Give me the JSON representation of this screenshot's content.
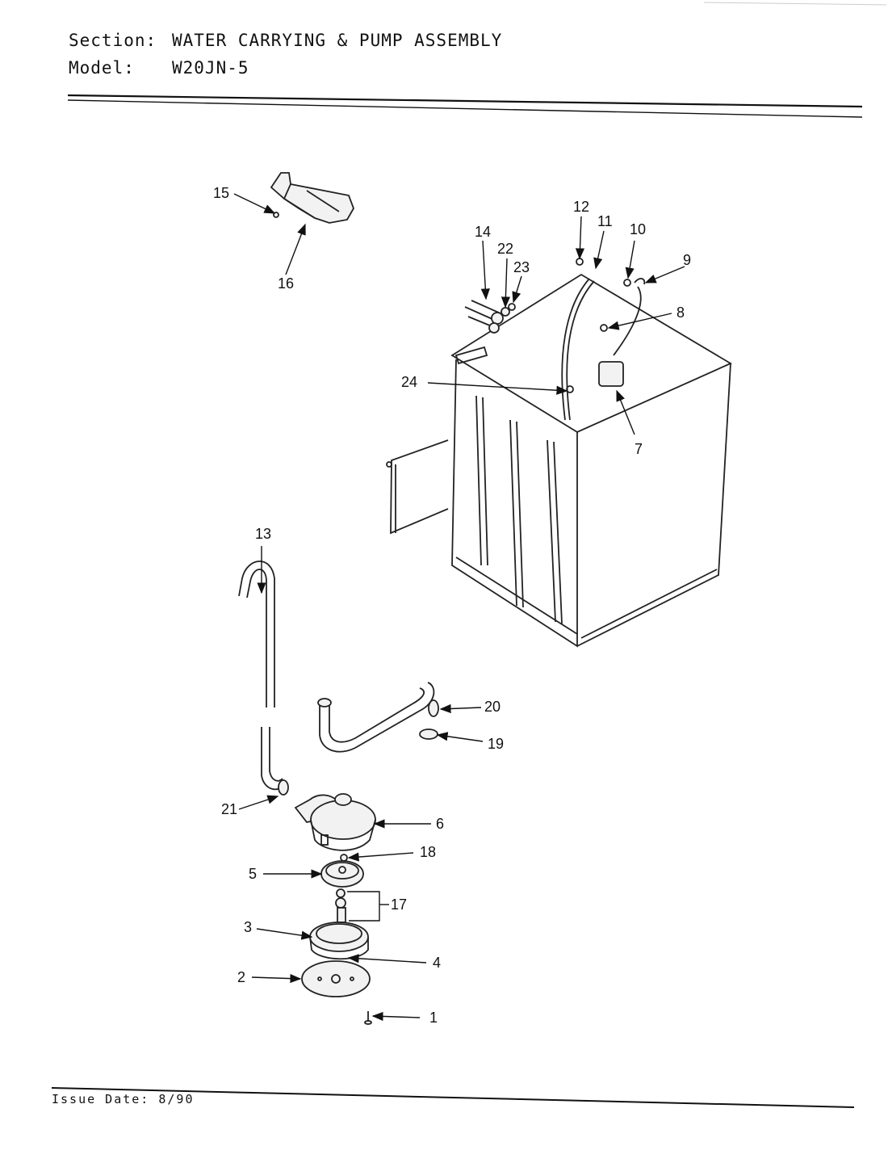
{
  "header": {
    "section_label": "Section:",
    "section_value": "WATER CARRYING & PUMP ASSEMBLY",
    "model_label": "Model:",
    "model_value": "W20JN-5"
  },
  "callouts": [
    "1",
    "2",
    "3",
    "4",
    "5",
    "6",
    "7",
    "8",
    "9",
    "10",
    "11",
    "12",
    "13",
    "14",
    "15",
    "16",
    "17",
    "18",
    "19",
    "20",
    "21",
    "22",
    "23",
    "24"
  ],
  "footer": {
    "issue_date": "Issue Date: 8/90"
  }
}
